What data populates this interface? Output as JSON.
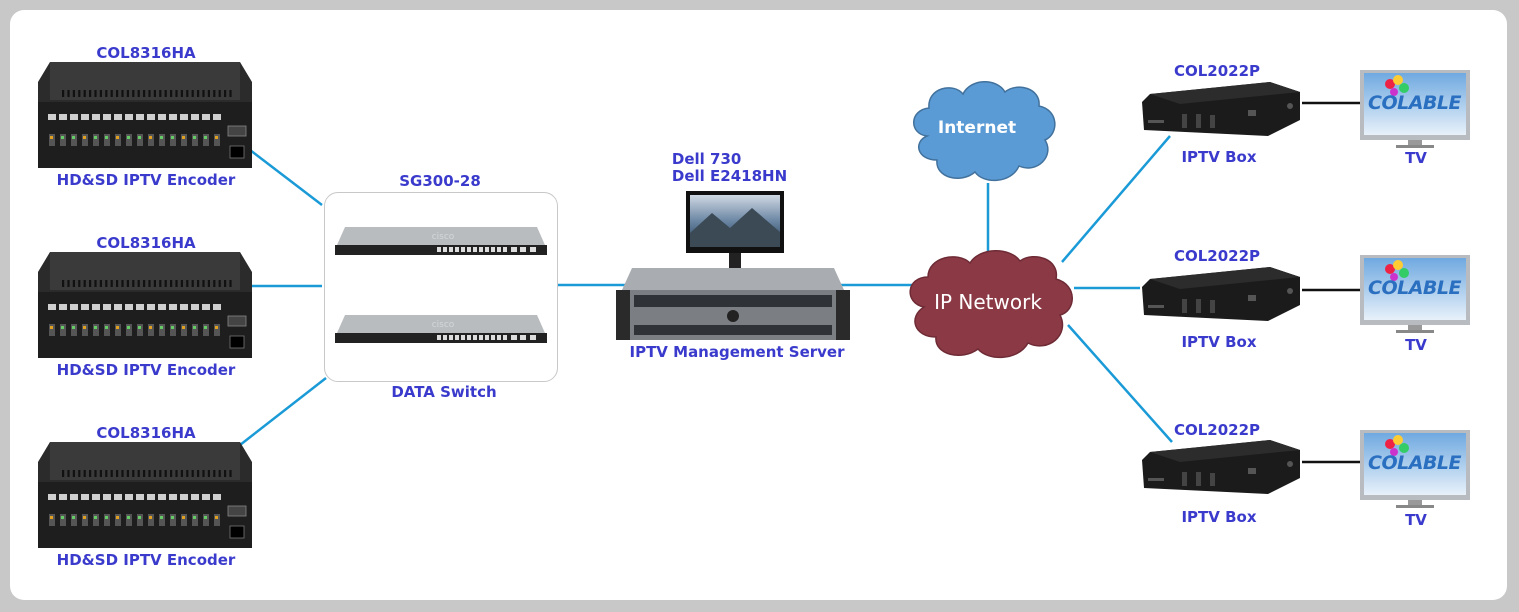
{
  "diagram": {
    "encoders": [
      {
        "model": "COL8316HA",
        "caption": "HD&SD IPTV Encoder"
      },
      {
        "model": "COL8316HA",
        "caption": "HD&SD IPTV Encoder"
      },
      {
        "model": "COL8316HA",
        "caption": "HD&SD IPTV Encoder"
      }
    ],
    "switch": {
      "model": "SG300-28",
      "caption": "DATA Switch",
      "brand": "cisco"
    },
    "server": {
      "model_line1": "Dell 730",
      "model_line2": "Dell E2418HN",
      "caption": "IPTV Management Server"
    },
    "internet_cloud": {
      "label": "Internet",
      "color": "#5b9bd5"
    },
    "ip_network_cloud": {
      "label": "IP Network",
      "color": "#8b3a45"
    },
    "set_top_boxes": [
      {
        "model": "COL2022P",
        "caption": "IPTV Box"
      },
      {
        "model": "COL2022P",
        "caption": "IPTV Box"
      },
      {
        "model": "COL2022P",
        "caption": "IPTV Box"
      }
    ],
    "tvs": [
      {
        "caption": "TV",
        "screen_text": "COLABLE"
      },
      {
        "caption": "TV",
        "screen_text": "COLABLE"
      },
      {
        "caption": "TV",
        "screen_text": "COLABLE"
      }
    ],
    "colors": {
      "link": "#1a9ad6",
      "tv_link": "#111111",
      "label": "#3a3acc"
    }
  }
}
